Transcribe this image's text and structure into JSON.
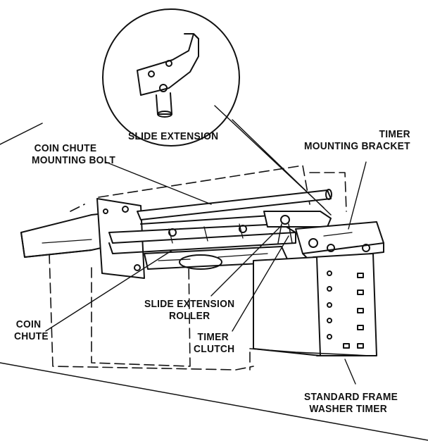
{
  "diagram": {
    "labels": {
      "slide_extension": "SLIDE EXTENSION",
      "timer_mounting_bracket": [
        "TIMER",
        "MOUNTING BRACKET"
      ],
      "coin_chute_mounting_bolt": [
        "COIN CHUTE",
        "MOUNTING BOLT"
      ],
      "coin_chute": [
        "COIN",
        "CHUTE"
      ],
      "slide_extension_roller": [
        "SLIDE EXTENSION",
        "ROLLER"
      ],
      "timer_clutch": [
        "TIMER",
        "CLUTCH"
      ],
      "standard_frame_washer_timer": [
        "STANDARD FRAME",
        "WASHER TIMER"
      ]
    },
    "colors": {
      "ink": "#111111",
      "paper": "#ffffff"
    }
  }
}
